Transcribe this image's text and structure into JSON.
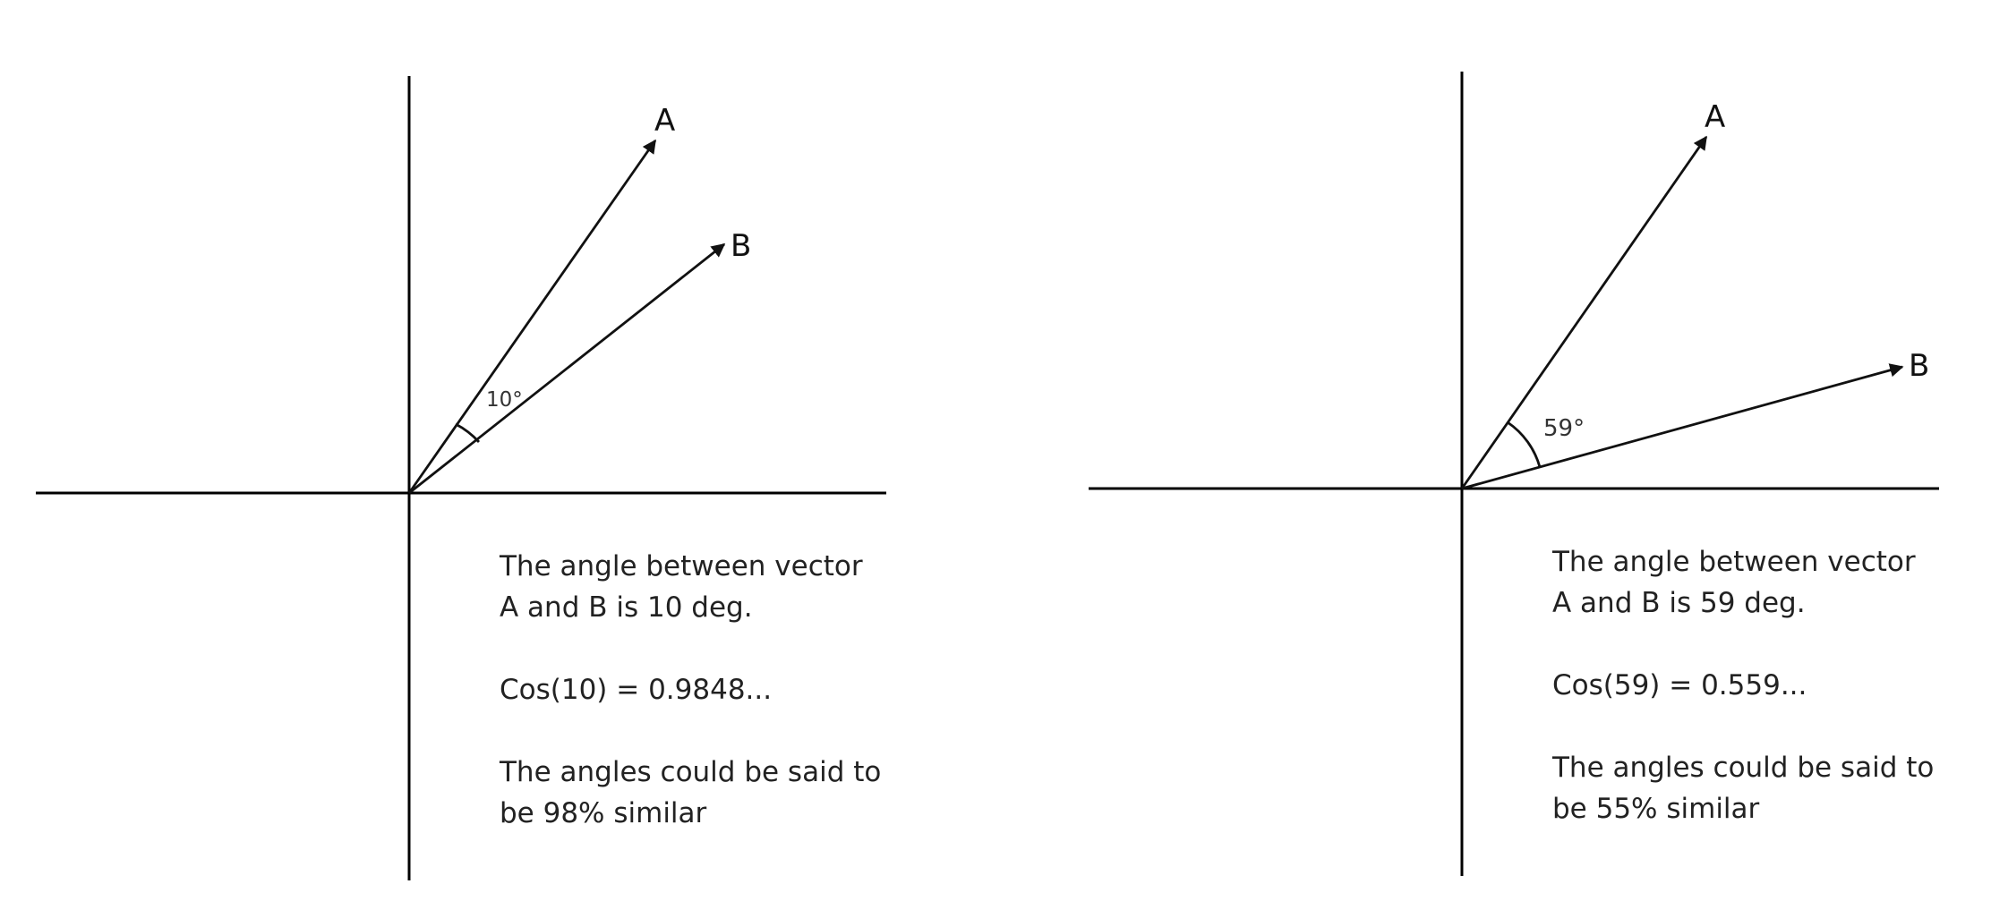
{
  "diagrams": [
    {
      "vector_a_label": "A",
      "vector_b_label": "B",
      "angle_label": "10°",
      "angle_degrees": 10,
      "caption": {
        "line1": "The angle between vector",
        "line2": "A and B is 10 deg.",
        "cos_line": "Cos(10)  = 0.9848...",
        "similar_line1": "The angles could be said to",
        "similar_line2": "be 98% similar"
      }
    },
    {
      "vector_a_label": "A",
      "vector_b_label": "B",
      "angle_label": "59°",
      "angle_degrees": 59,
      "caption": {
        "line1": "The angle between vector",
        "line2": "A and B is 59 deg.",
        "cos_line": "Cos(59)  = 0.559...",
        "similar_line1": "The angles could be said to",
        "similar_line2": "be 55% similar"
      }
    }
  ],
  "colors": {
    "lines": "#000000",
    "text": "#222222"
  }
}
